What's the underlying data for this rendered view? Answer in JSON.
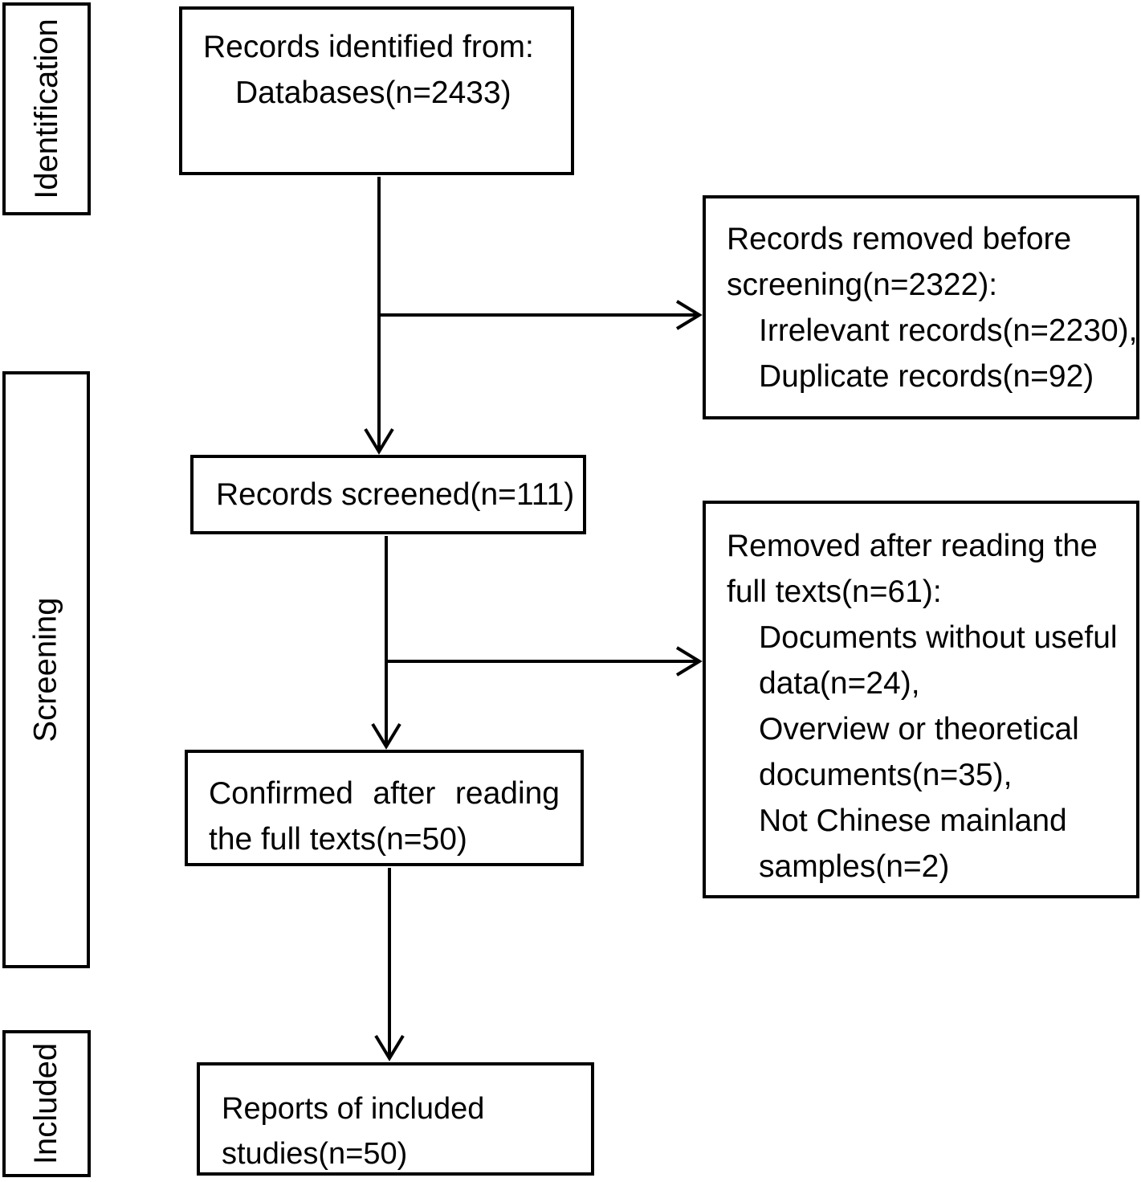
{
  "stages": [
    {
      "label": "Identification"
    },
    {
      "label": "Screening"
    },
    {
      "label": "Included"
    }
  ],
  "boxes": {
    "identified": {
      "lines": [
        "Records identified from:",
        "Databases(n=2433)"
      ]
    },
    "removed_before_screening": {
      "lines": [
        "Records removed before",
        "screening(n=2322):",
        "Irrelevant records(n=2230),",
        "Duplicate records(n=92)"
      ]
    },
    "screened": {
      "lines": [
        "Records screened(n=111)"
      ]
    },
    "removed_full_text": {
      "lines": [
        "Removed after reading the",
        "full texts(n=61):",
        "Documents without useful",
        "data(n=24),",
        "Overview or theoretical",
        "documents(n=35),",
        "Not Chinese mainland",
        "samples(n=2)"
      ]
    },
    "confirmed": {
      "lines": [
        "Confirmed after reading",
        "the full texts(n=50)"
      ]
    },
    "reports": {
      "lines": [
        "Reports of included",
        "studies(n=50)"
      ]
    }
  },
  "arrows": [
    {
      "name": "arrow-down-identified-to-screened",
      "direction": "down"
    },
    {
      "name": "arrow-right-to-removed-before-screening",
      "direction": "right"
    },
    {
      "name": "arrow-down-screened-to-confirmed",
      "direction": "down"
    },
    {
      "name": "arrow-right-to-removed-full-text",
      "direction": "right"
    },
    {
      "name": "arrow-down-confirmed-to-reports",
      "direction": "down"
    }
  ],
  "colors": {
    "line": "#000000",
    "text": "#000000",
    "background": "#ffffff"
  }
}
